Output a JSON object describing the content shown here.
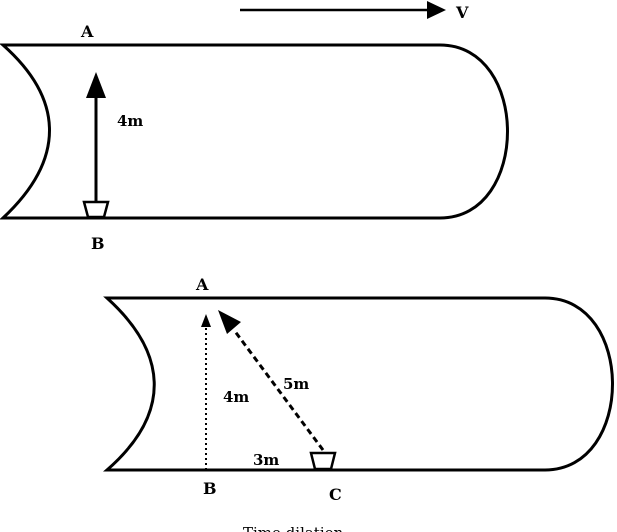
{
  "top_panel": {
    "point_a": "A",
    "point_b": "B",
    "distance": "4m",
    "velocity": "V"
  },
  "bottom_panel": {
    "point_a": "A",
    "point_b": "B",
    "point_c": "C",
    "vertical": "4m",
    "diagonal": "5m",
    "horizontal": "3m"
  },
  "caption": "Time dilation"
}
